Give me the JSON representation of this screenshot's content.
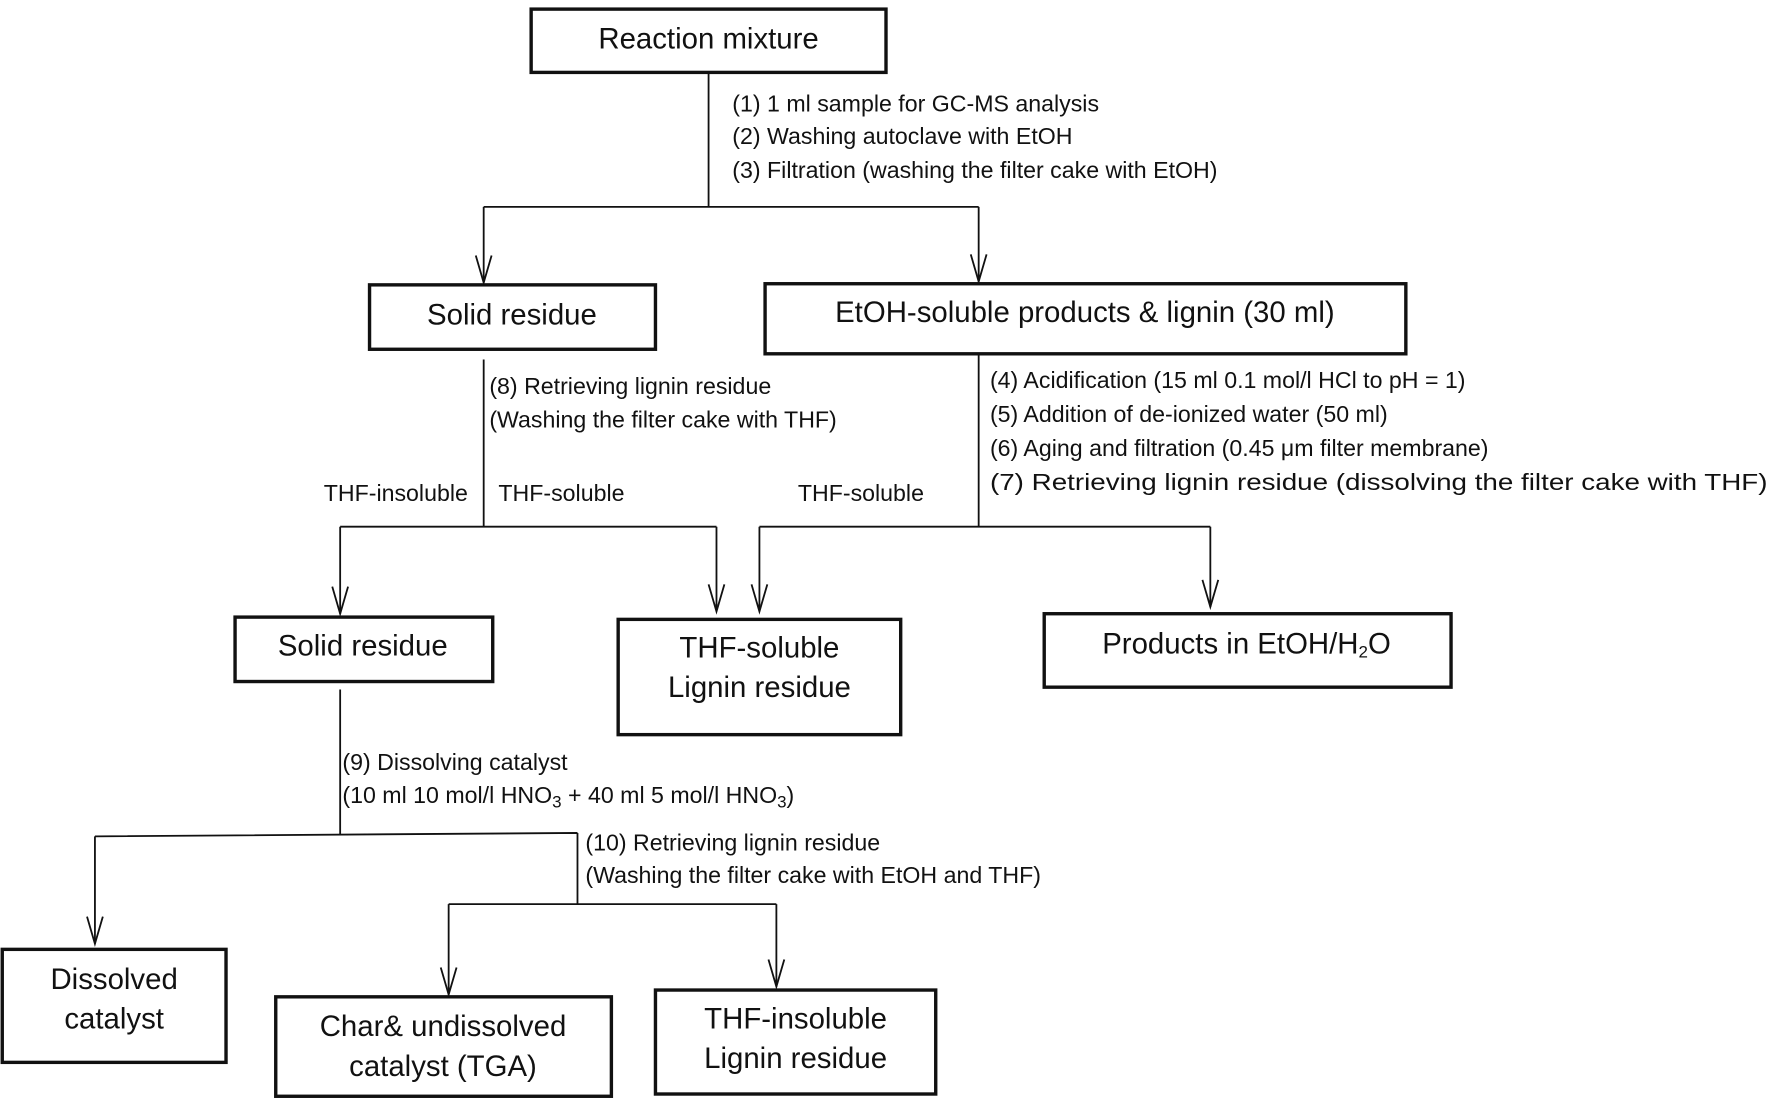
{
  "nodes": {
    "reaction_mixture": "Reaction mixture",
    "solid_residue_1": "Solid residue",
    "etoh_soluble": "EtOH-soluble products & lignin (30 ml)",
    "solid_residue_2": "Solid residue",
    "thf_soluble_lignin": [
      "THF-soluble",
      "Lignin residue"
    ],
    "products": {
      "main": "Products in EtOH/H",
      "sub": "2",
      "end": "O"
    },
    "dissolved_catalyst": [
      "Dissolved",
      "catalyst"
    ],
    "char": [
      "Char& undissolved",
      "catalyst (TGA)"
    ],
    "thf_insoluble_lignin": [
      "THF-insoluble",
      "Lignin residue"
    ]
  },
  "steps": {
    "s1_3": [
      "(1) 1 ml sample for GC-MS analysis",
      "(2) Washing autoclave with EtOH",
      "(3) Filtration (washing the filter cake with EtOH)"
    ],
    "s4_7": [
      "(4) Acidification (15 ml 0.1 mol/l HCl to pH = 1)",
      "(5) Addition of de-ionized water (50 ml)",
      "(6) Aging and filtration (0.45 μm filter membrane)",
      "(7) Retrieving lignin residue (dissolving the filter cake with THF)"
    ],
    "s8": [
      "(8) Retrieving lignin residue",
      "(Washing the filter cake with THF)"
    ],
    "s9": {
      "line1": "(9) Dissolving catalyst",
      "line2": [
        "(10 ml 10 mol/l HNO",
        "3",
        " + 40 ml 5 mol/l HNO",
        "3",
        ")"
      ]
    },
    "s10": [
      "(10) Retrieving lignin residue",
      "(Washing the filter cake with EtOH and THF)"
    ]
  },
  "branch_labels": {
    "thf_insoluble": "THF-insoluble",
    "thf_soluble_left": "THF-soluble",
    "thf_soluble_right": "THF-soluble"
  }
}
